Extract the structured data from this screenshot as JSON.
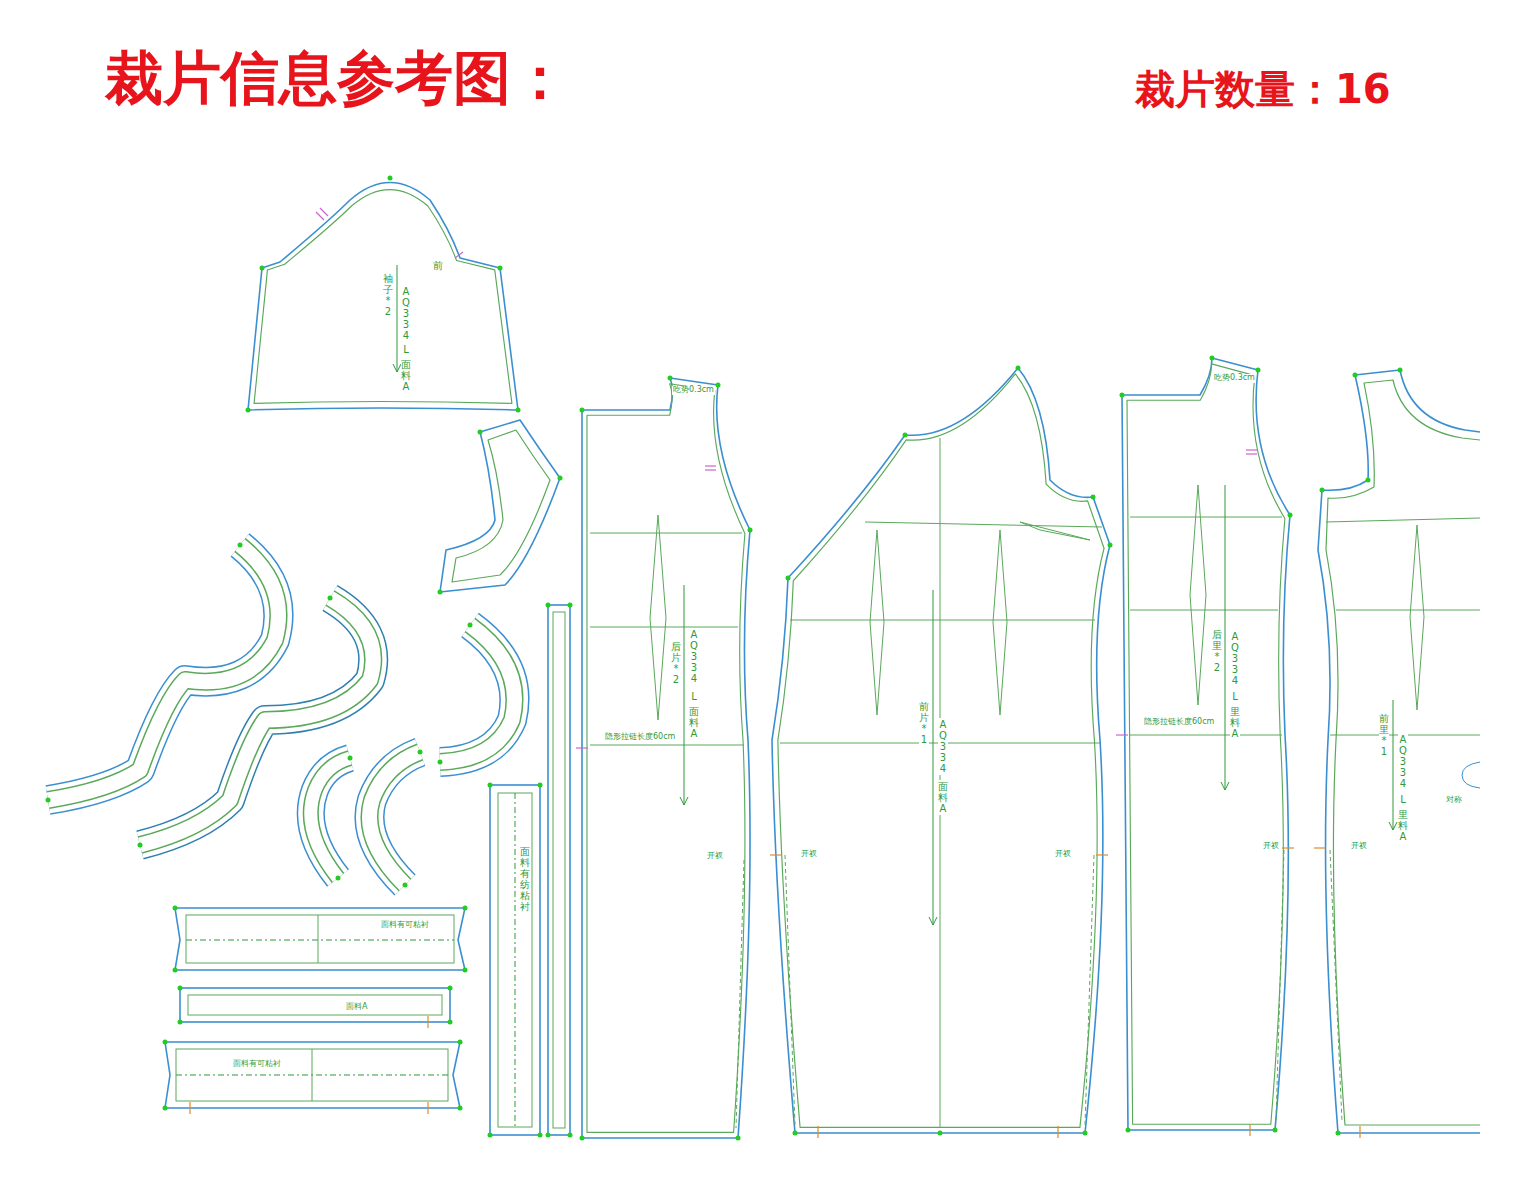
{
  "diagram": {
    "title": "裁片信息参考图：",
    "labels": [
      "裁片数量：16",
      "前",
      "袖子*2",
      "AQ334",
      "L",
      "面料A",
      "吃势0.3cm",
      "后片*2",
      "AQ334",
      "L",
      "面料A",
      "隐形拉链长度60cm",
      "开衩",
      "前片*1",
      "AQ334",
      "面料A",
      "开衩",
      "开衩",
      "吃势0.3cm",
      "后里*2",
      "AQ334",
      "L",
      "里料A",
      "隐形拉链长度60cm",
      "开衩",
      "前里*1",
      "AQ334",
      "L",
      "里料A",
      "开衩",
      "对称",
      "面料有纺粘衬",
      "面料有可粘衬",
      "面料A",
      "面料有可粘衬"
    ]
  }
}
